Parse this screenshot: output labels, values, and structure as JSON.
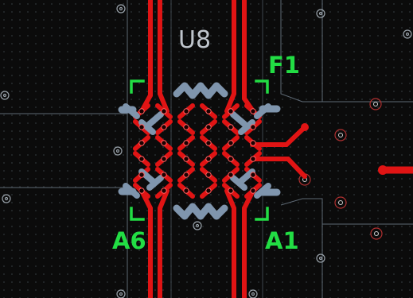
{
  "component": {
    "refdes": "U8",
    "corner_labels": [
      "F1",
      "A6",
      "A1"
    ]
  },
  "colors": {
    "background": "#0b0b0b",
    "grid_dot": "#2f3438",
    "top_copper": "#e01414",
    "bottom_copper": "#7f95ad",
    "silkscreen_ref": "#bfc5cc",
    "silkscreen_pins": "#22dd44",
    "outline": "#5d6873",
    "via_ring": "#9aa3ab",
    "drill_ring": "#b03030"
  }
}
